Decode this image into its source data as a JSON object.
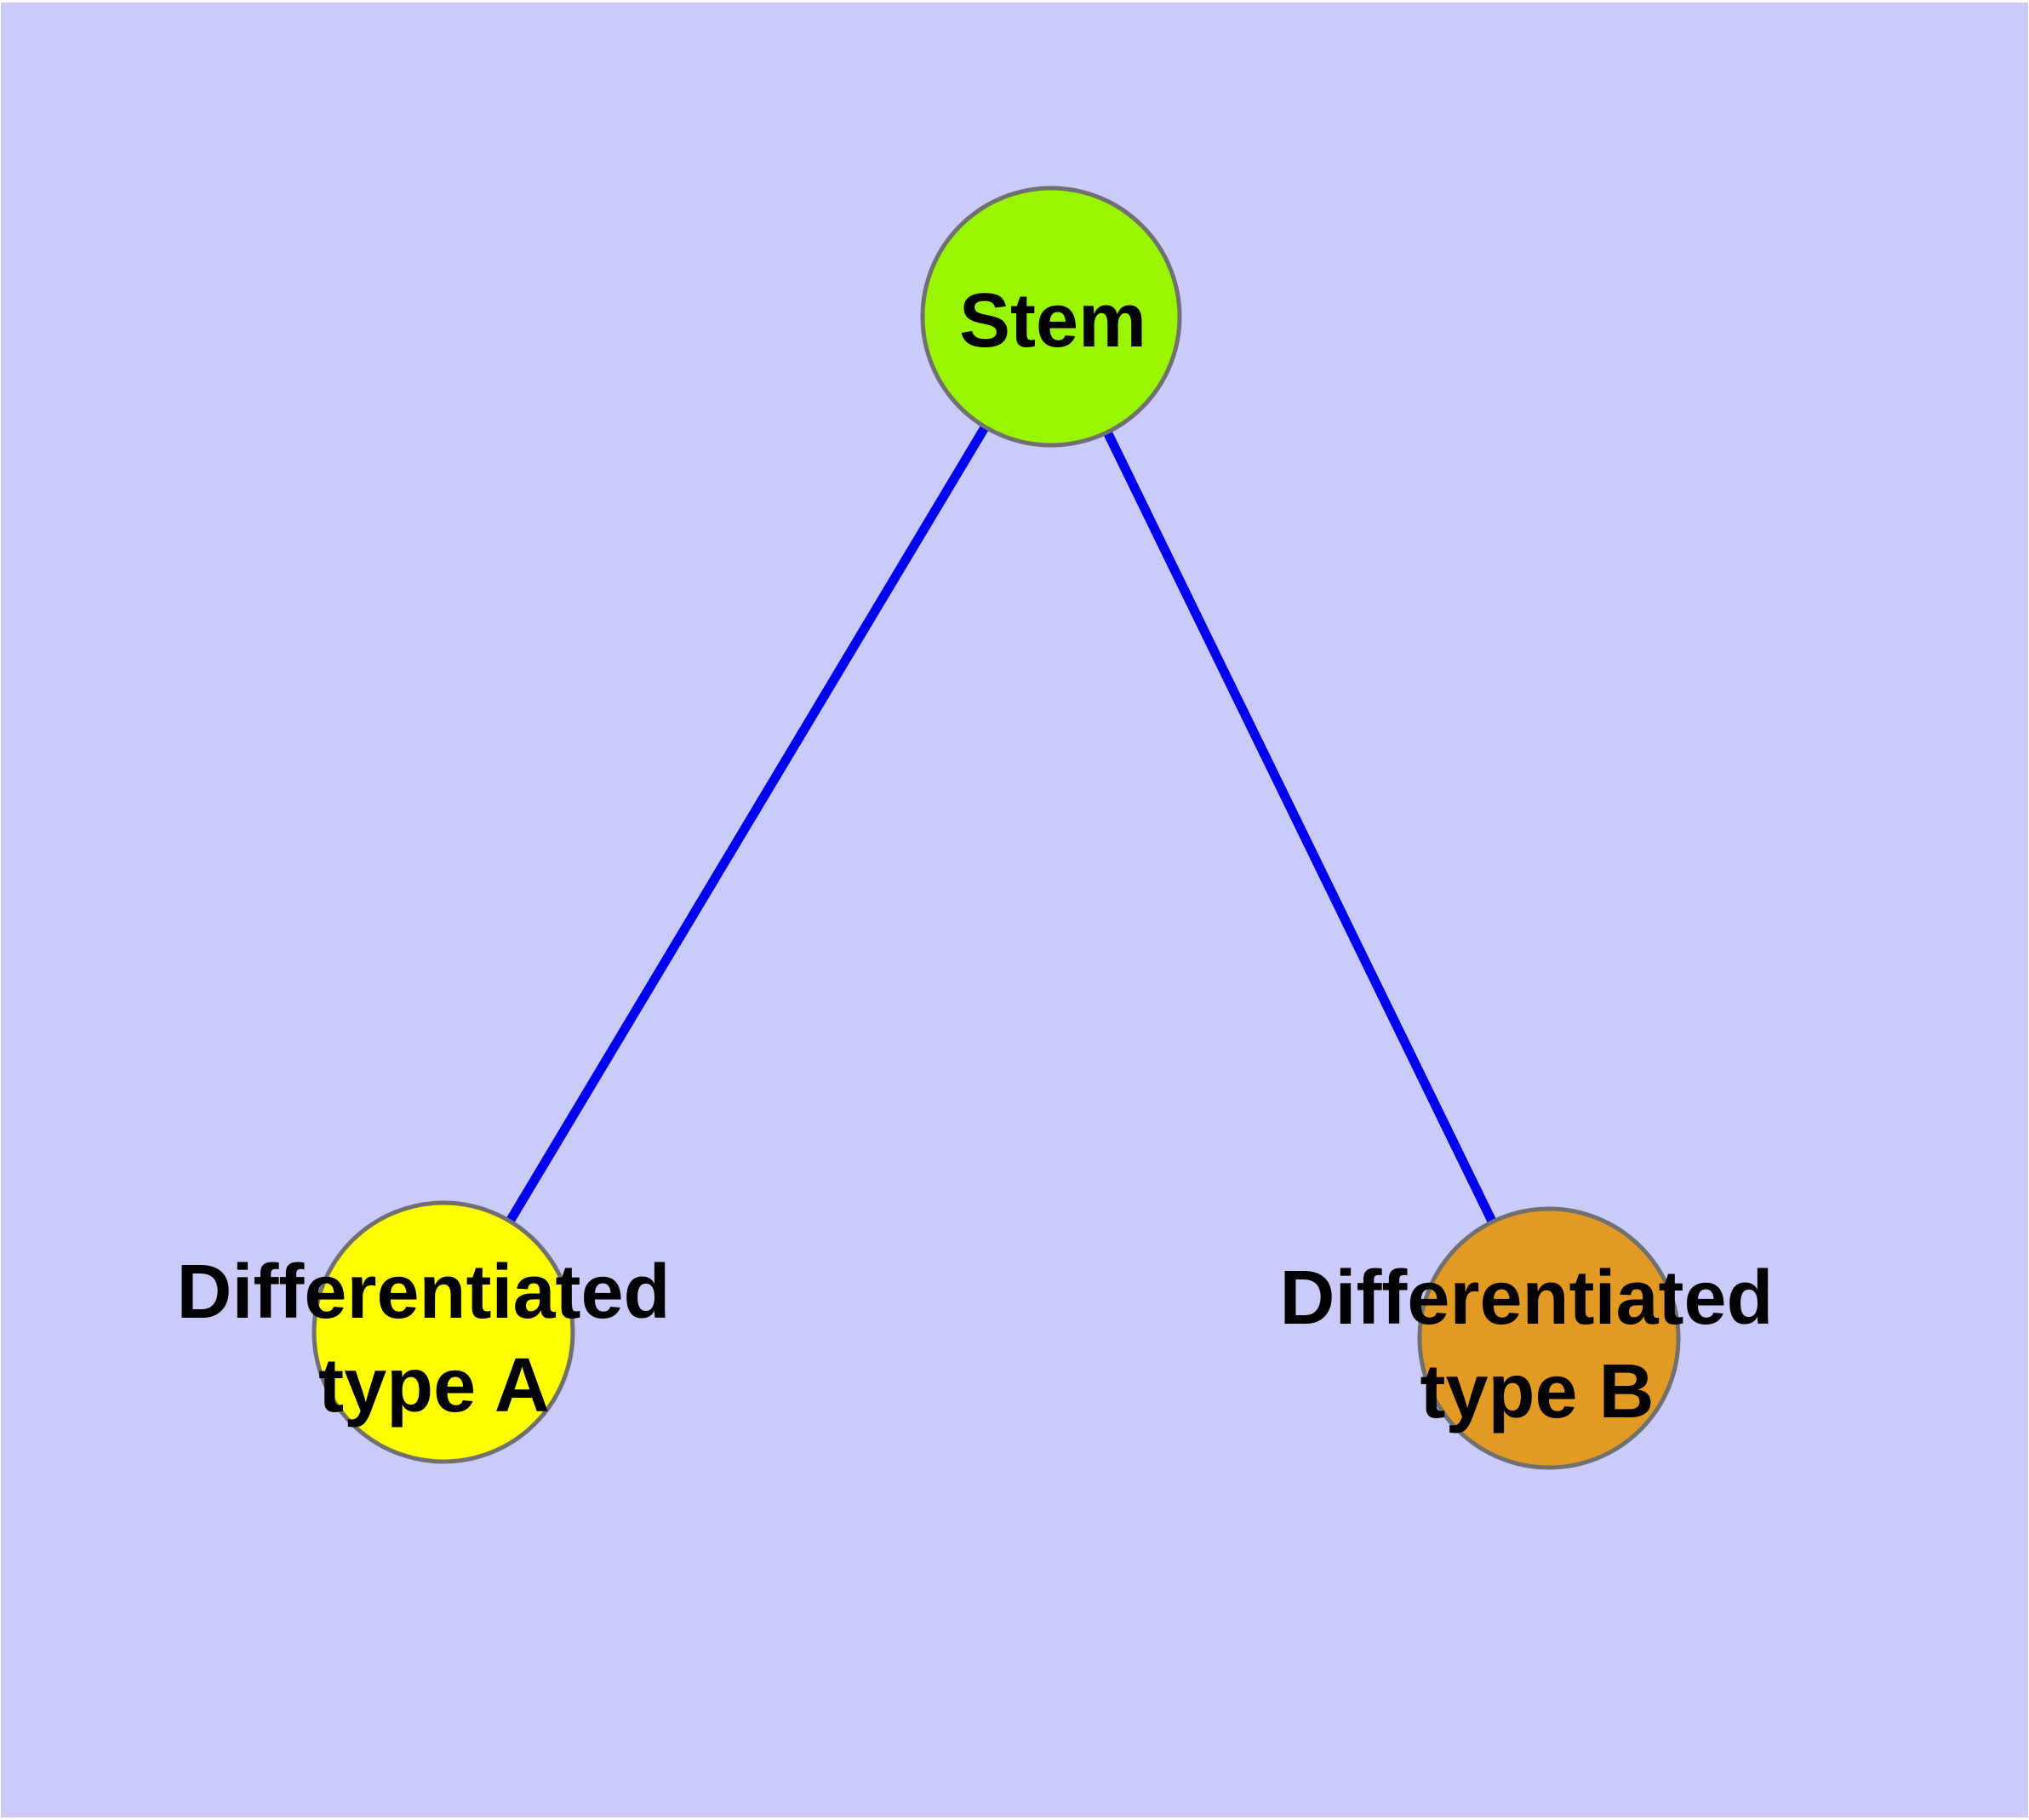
{
  "diagram": {
    "background_color": "#CBCBF9",
    "frame_color": "#FFFFFF",
    "edge_color": "#0000F0",
    "node_border_color": "#707070",
    "nodes": [
      {
        "id": "stem",
        "label": "Stem",
        "color": "#99F500"
      },
      {
        "id": "type_a",
        "label_line1": "Differentiated",
        "label_line2": "type A",
        "color": "#FFFF00"
      },
      {
        "id": "type_b",
        "label_line1": "Differentiated",
        "label_line2": "type B",
        "color": "#E39A22"
      }
    ],
    "edges": [
      {
        "from": "Stem",
        "to": "Differentiated type A"
      },
      {
        "from": "Stem",
        "to": "Differentiated type B"
      }
    ]
  }
}
